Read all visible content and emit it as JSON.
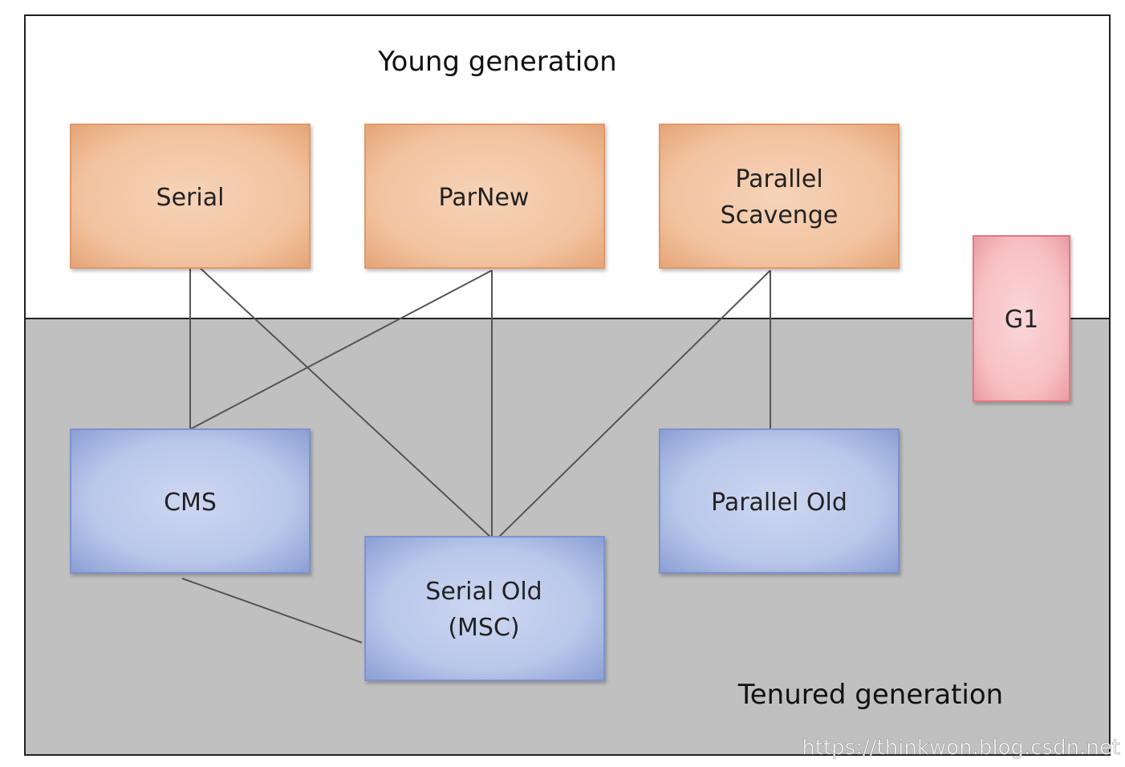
{
  "regions": {
    "young_label": "Young generation",
    "tenured_label": "Tenured generation"
  },
  "collectors": {
    "serial": {
      "lines": [
        "Serial"
      ]
    },
    "parnew": {
      "lines": [
        "ParNew"
      ]
    },
    "parallel_scavenge": {
      "lines": [
        "Parallel",
        "Scavenge"
      ]
    },
    "g1": {
      "lines": [
        "G1"
      ]
    },
    "cms": {
      "lines": [
        "CMS"
      ]
    },
    "serial_old": {
      "lines": [
        "Serial Old",
        "(MSC)"
      ]
    },
    "parallel_old": {
      "lines": [
        "Parallel Old"
      ]
    }
  },
  "connections": [
    {
      "from": "serial",
      "to": "cms"
    },
    {
      "from": "serial",
      "to": "serial_old"
    },
    {
      "from": "parnew",
      "to": "cms"
    },
    {
      "from": "parnew",
      "to": "serial_old"
    },
    {
      "from": "parallel_scavenge",
      "to": "serial_old"
    },
    {
      "from": "parallel_scavenge",
      "to": "parallel_old"
    },
    {
      "from": "cms",
      "to": "serial_old"
    }
  ],
  "colors": {
    "young_bg": "#ffffff",
    "tenured_bg": "#c0c0c0",
    "young_box_fill": "#f2c3a0",
    "young_box_edge": "#e0996a",
    "tenured_box_fill": "#b9c7ea",
    "tenured_box_edge": "#7f92cc",
    "g1_fill": "#f7c0c4",
    "g1_edge": "#e27a84",
    "line": "#555555",
    "frame": "#222222"
  },
  "watermark": "https://thinkwon.blog.csdn.net"
}
